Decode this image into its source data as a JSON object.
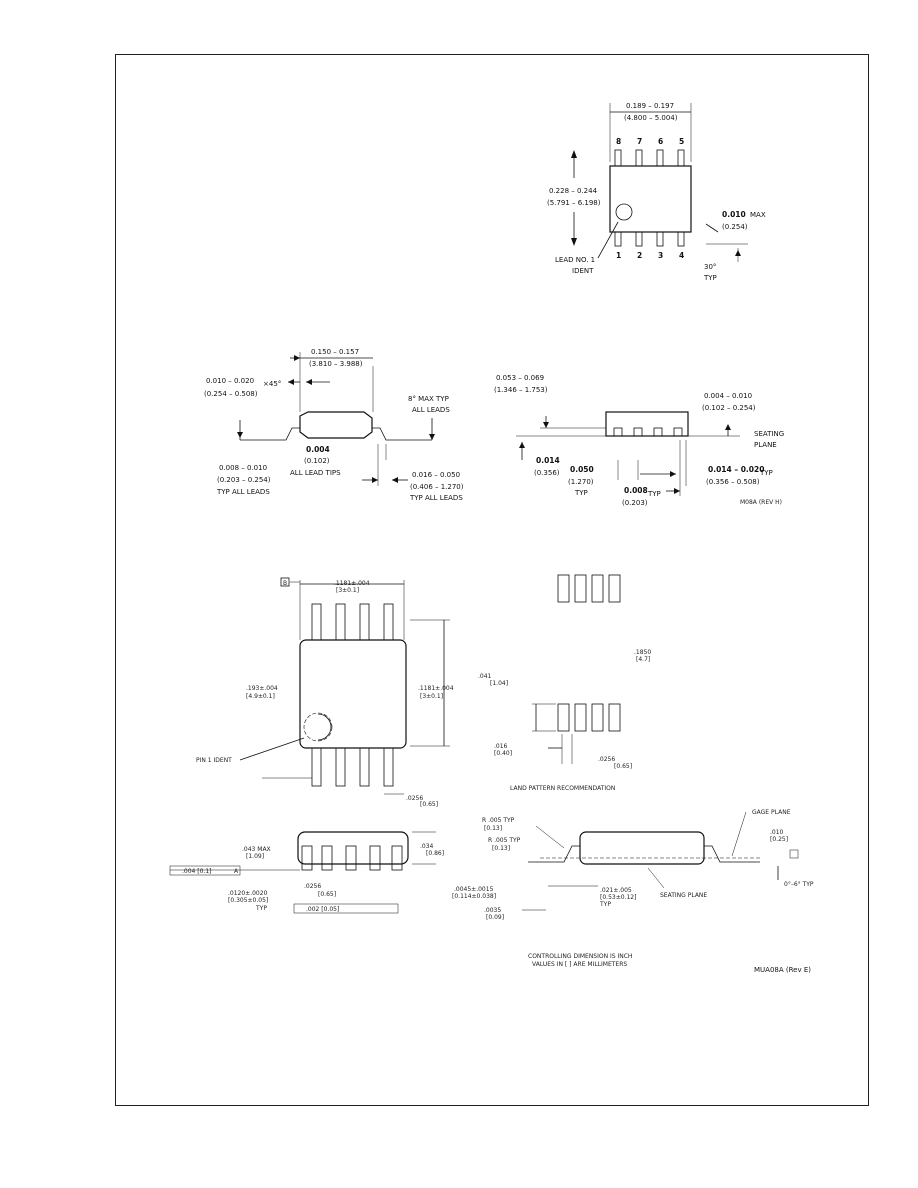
{
  "top_view": {
    "pin_top": [
      "8",
      "7",
      "6",
      "5"
    ],
    "pin_bottom": [
      "1",
      "2",
      "3",
      "4"
    ],
    "width_in": "0.189 – 0.197",
    "width_mm": "(4.800 – 5.004)",
    "height_in": "0.228 – 0.244",
    "height_mm": "(5.791 – 6.198)",
    "lead_ident_1": "LEAD NO. 1",
    "lead_ident_2": "IDENT",
    "max_in": "0.010",
    "max_word": "MAX",
    "max_mm": "(0.254)",
    "angle": "30°",
    "angle_typ": "TYP"
  },
  "side_view": {
    "body_in": "0.150 – 0.157",
    "body_mm": "(3.810 – 3.988)",
    "chamfer_in": "0.010 – 0.020",
    "chamfer_suffix": "×45°",
    "chamfer_mm": "(0.254 – 0.508)",
    "lead_max_1": "8° MAX TYP",
    "lead_max_2": "ALL LEADS",
    "tip_in": "0.004",
    "tip_mm": "(0.102)",
    "tip_label": "ALL LEAD TIPS",
    "thick_in": "0.008 – 0.010",
    "thick_mm": "(0.203 – 0.254)",
    "thick_label": "TYP ALL LEADS",
    "foot_in": "0.016 – 0.050",
    "foot_mm": "(0.406 – 1.270)",
    "foot_label": "TYP ALL LEADS"
  },
  "end_view": {
    "height_in": "0.053 – 0.069",
    "height_mm": "(1.346 – 1.753)",
    "standoff_in": "0.004 – 0.010",
    "standoff_mm": "(0.102 – 0.254)",
    "seating_1": "SEATING",
    "seating_2": "PLANE",
    "lead_in": "0.014",
    "lead_mm": "(0.356)",
    "pitch_in": "0.050",
    "pitch_mm": "(1.270)",
    "pitch_typ": "TYP",
    "lw_in": "0.014 – 0.020",
    "lw_mm": "(0.356 – 0.508)",
    "lw_typ": "TYP",
    "gap_in": "0.008",
    "gap_mm": "(0.203)",
    "gap_typ": "TYP",
    "rev": "M08A (REV H)"
  },
  "lower_drawing": {
    "land_pattern_title": "LAND PATTERN RECOMMENDATION",
    "note_1": "CONTROLLING DIMENSION IS INCH",
    "note_2": "VALUES IN [ ] ARE MILLIMETERS",
    "rev": "MUA08A (Rev E)",
    "top_dim_1": ".1181±.004",
    "top_dim_2": "[3±0.1]",
    "height_dim_1": ".1181±.004",
    "height_dim_2": "[3±0.1]",
    "width_dim_1": ".193±.004",
    "width_dim_2": "[4.9±0.1]",
    "pin1": "PIN 1 IDENT",
    "lead_w_1": ".0256",
    "lead_w_2": "[0.65]",
    "lp_span_1": ".1850",
    "lp_span_2": "[4.7]",
    "lp_pad_1": ".041",
    "lp_pad_2": "[1.04]",
    "lp_w_1": ".016",
    "lp_w_2": "[0.40]",
    "lp_pitch_1": ".0256",
    "lp_pitch_2": "[0.65]",
    "max_h_1": ".043 MAX",
    "max_h_2": "[1.09]",
    "body_h_1": ".034",
    "body_h_2": "[0.86]",
    "flatness": ".004 [0.1]",
    "lead_t_1": ".0120±.0020",
    "lead_t_2": "[0.305±0.05]",
    "lead_t_3": "TYP",
    "pitch_lbl_1": ".0256",
    "pitch_lbl_2": "[0.65]",
    "tol_box": ".002 [0.05]",
    "gage_plane": "GAGE PLANE",
    "gage_1": ".010",
    "gage_2": "[0.25]",
    "r_1": "R .005 TYP",
    "r_2": "[0.13]",
    "r2_1": "R .005 TYP",
    "r2_2": "[0.13]",
    "standoff_1": ".0045±.0015",
    "standoff_2": "[0.114±0.038]",
    "foot_1": ".021±.005",
    "foot_2": "[0.53±0.12]",
    "foot_3": "TYP",
    "seating": "SEATING PLANE",
    "angle": "0°–6° TYP",
    "thick_1": ".0035",
    "thick_2": "[0.09]",
    "datum_a": "A",
    "datum_b": "B"
  }
}
